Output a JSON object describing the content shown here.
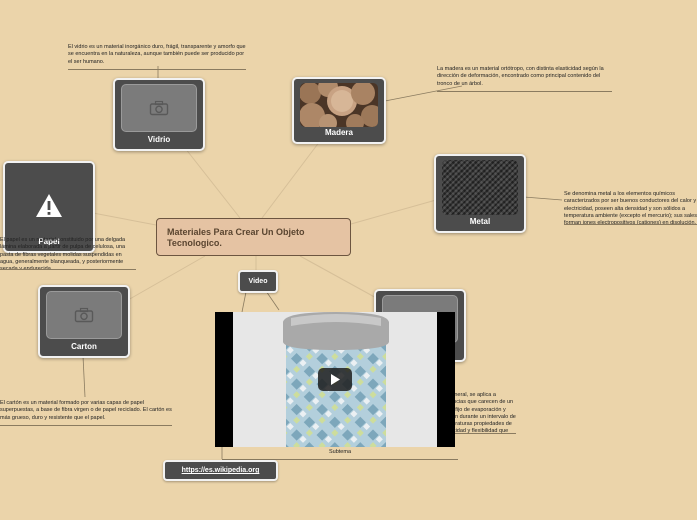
{
  "central": {
    "title": "Materiales Para Crear Un Objeto Tecnologico."
  },
  "nodes": {
    "vidrio": {
      "label": "Vidrio",
      "note": "El vidrio es un material inorgánico duro, frágil, transparente y amorfo que se encuentra en la naturaleza, aunque también puede ser producido por el ser humano."
    },
    "madera": {
      "label": "Madera",
      "note": "La madera es un material ortótropo, con distinta elasticidad según la dirección de deformación, encontrado como principal contenido del tronco de un árbol."
    },
    "metal": {
      "label": "Metal",
      "note": "Se denomina metal a los elementos químicos caracterizados por ser buenos conductores del calor y la electricidad, poseen alta densidad y son sólidos a temperatura ambiente (excepto el mercurio); sus sales forman iones electropositivos (cationes) en disolución."
    },
    "papel": {
      "label": "Papel",
      "note": "El papel es un material constituido por una delgada lámina elaborada a partir de pulpa de celulosa, una pasta de fibras vegetales molidas suspendidas en agua, generalmente blanqueada, y posteriormente secada y endurecida"
    },
    "carton": {
      "label": "Carton",
      "note": "El cartón es un material formado por varias capas de papel superpuestas, a base de fibra virgen o de papel reciclado. El cartón es más grueso, duro y resistente que el papel."
    },
    "plastico": {
      "note": "En general, se aplica a sustancias que carecen de un punto fijo de evaporación y poseen durante un intervalo de temperaturas propiedades de elasticidad y flexibilidad que permiten moldearlas y adaptarlas a diferentes formas y aplicaciones."
    }
  },
  "video": {
    "label": "Video",
    "subtopic": "Subtema",
    "link": "https://es.wikipedia.org"
  },
  "icons": {
    "photo": "camera-icon",
    "warning": "warning-icon",
    "play": "play-icon"
  }
}
